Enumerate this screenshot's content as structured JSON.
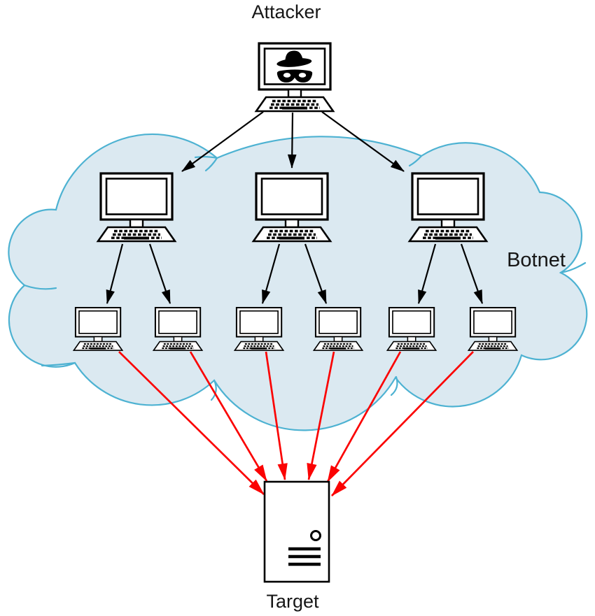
{
  "labels": {
    "attacker": "Attacker",
    "botnet": "Botnet",
    "target": "Target"
  },
  "colors": {
    "bg": "#ffffff",
    "line": "#000000",
    "text": "#161616",
    "cloud_fill": "#dbe9f1",
    "cloud_stroke": "#4db2d2",
    "attack": "#fb0303"
  },
  "topology": {
    "attacker_count": 1,
    "handler_count": 3,
    "bot_count": 6,
    "target_count": 1,
    "command_arrow_color_name": "black",
    "attack_arrow_color_name": "red"
  }
}
